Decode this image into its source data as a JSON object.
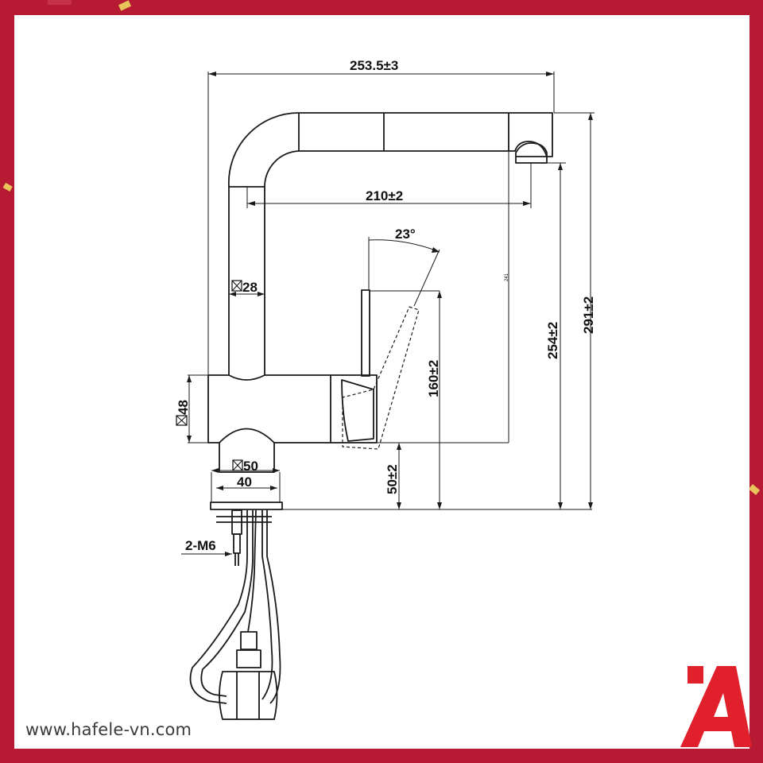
{
  "dimensions": {
    "overall_reach": "253.5±3",
    "spout_reach": "210±2",
    "handle_angle": "23°",
    "spout_square": "28",
    "body_square": "48",
    "base_square": "50",
    "base_mount": "40",
    "handle_height": "160±2",
    "aerator_height": "254±2",
    "overall_height": "291±2",
    "base_height": "50±2",
    "inner_height_small": "241",
    "fixing_bolts": "2-M6"
  },
  "website": "www.hafele-vn.com",
  "colors": {
    "frame": "#b61b33",
    "logo_red": "#e0202b",
    "line": "#1a1a1a"
  },
  "icons": {
    "square_symbol": "square-with-x-icon",
    "logo": "hafele-logo-icon"
  }
}
